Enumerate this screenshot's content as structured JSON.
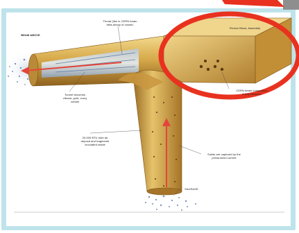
{
  "labels": {
    "top_block": "Throat (like in CERN beam",
    "top_block_2": "beta-decay of cosmic",
    "right_block": "Flexion Block, Assembly",
    "left_end": "BEAM ABOVE",
    "inner_tube": "Tunnel becomes",
    "inner_tube_2": "vibrant, gold, curvy",
    "inner_tube_3": "curtain",
    "right_side": "CERN beam comparison",
    "right_side_2": "& tiny emission",
    "vertical_pipe": "20,000 BTU tube air",
    "vertical_pipe_2": "deposit and fragments",
    "vertical_pipe_3": "circulated inside",
    "pipe_side": "Solids are captured by the",
    "pipe_side_2": "pressurized current",
    "bottom_pile": "SAUSAGE"
  },
  "colors": {
    "frame": "#bfe3ea",
    "gold_light": "#e9c76d",
    "gold_mid": "#c99a3b",
    "gold_dark": "#8a5e1c",
    "arrow": "#e4453a",
    "highlight_circle": "#e8321f",
    "corner_arrow": "#e8321f",
    "particles": "#7a8fb5"
  },
  "icons": {
    "highlight": "red-ellipse-highlight",
    "pointer": "red-arrow-pointer"
  }
}
